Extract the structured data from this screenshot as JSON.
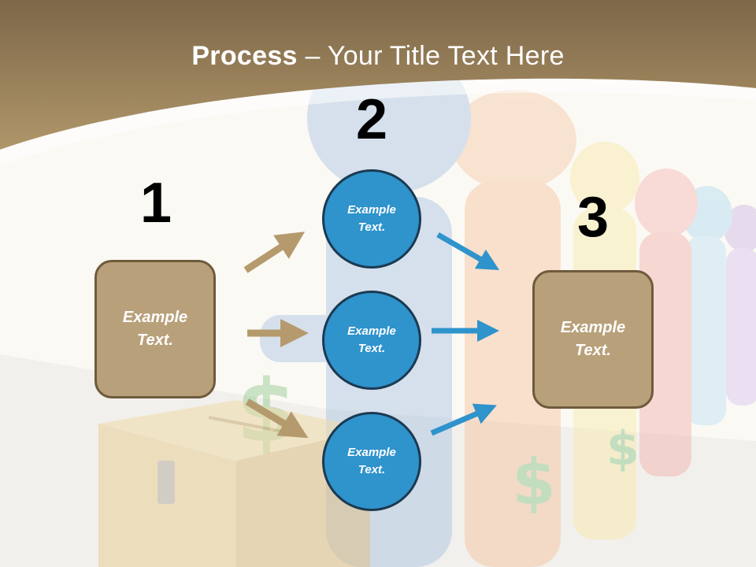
{
  "title": {
    "bold": "Process",
    "rest": " – Your Title Text Here"
  },
  "steps": {
    "one": {
      "number": "1",
      "text": "Example Text."
    },
    "two": {
      "number": "2"
    },
    "three": {
      "number": "3",
      "text": "Example Text."
    }
  },
  "circles": [
    {
      "text": "Example Text."
    },
    {
      "text": "Example Text."
    },
    {
      "text": "Example Text."
    }
  ],
  "icons": {
    "dollar_sign": "$"
  },
  "colors": {
    "header_brown": "#9c8259",
    "box_fill": "#b8a07a",
    "box_border": "#6e5a3c",
    "circle_fill": "#2f93cc",
    "circle_border": "#1b3a52",
    "tan_arrow": "#b59a6e",
    "blue_arrow": "#2f93cc"
  }
}
